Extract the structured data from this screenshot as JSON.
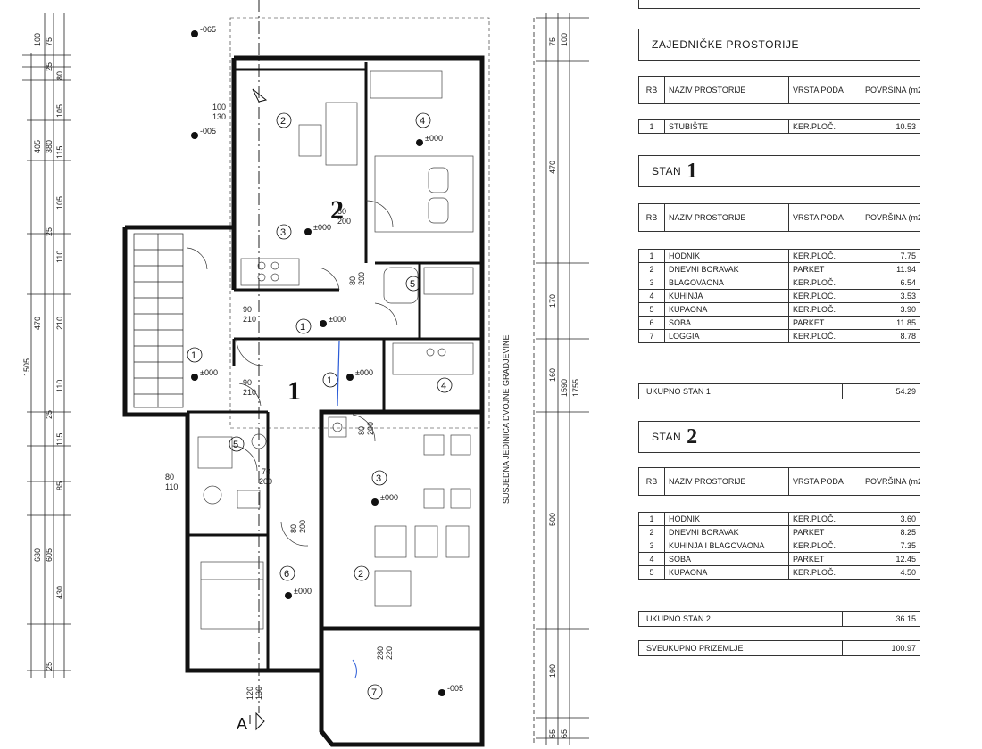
{
  "floor_plan": {
    "apartment_labels": [
      "1",
      "2"
    ],
    "section_mark": "A",
    "neighbour_text": "SUSJEDNA JEDINICA DVOJNE GRADJEVINE",
    "levels": [
      "-065",
      "-005",
      "±000",
      "±000",
      "±000",
      "±000",
      "±000",
      "±000",
      "±000",
      "-005"
    ],
    "room_numbers": [
      "1",
      "2",
      "3",
      "4",
      "5",
      "1",
      "2",
      "3",
      "4",
      "5",
      "6",
      "7"
    ],
    "left_dims": [
      "100",
      "75",
      "25",
      "80",
      "105",
      "380",
      "405",
      "115",
      "105",
      "25",
      "110",
      "210",
      "470",
      "1505",
      "110",
      "25",
      "115",
      "85",
      "605",
      "630",
      "430",
      "25"
    ],
    "right_dims": [
      "75",
      "100",
      "470",
      "170",
      "160",
      "1590",
      "1755",
      "500",
      "190",
      "65",
      "55"
    ],
    "door_labels": [
      "100",
      "130",
      "80",
      "200",
      "90",
      "210",
      "80",
      "200",
      "90",
      "210",
      "80",
      "200",
      "80",
      "110",
      "70",
      "200",
      "80",
      "200",
      "280",
      "220",
      "120",
      "130"
    ]
  },
  "schedule": {
    "top_box": "",
    "common": {
      "title": "ZAJEDNIČKE PROSTORIJE",
      "headers": [
        "RB",
        "NAZIV PROSTORIJE",
        "VRSTA PODA",
        "POVRŠINA (m2)"
      ],
      "rows": [
        [
          "1",
          "STUBIŠTE",
          "KER.PLOČ.",
          "10.53"
        ]
      ]
    },
    "stan1": {
      "title": "STAN",
      "number": "1",
      "headers": [
        "RB",
        "NAZIV PROSTORIJE",
        "VRSTA PODA",
        "POVRŠINA (m2)"
      ],
      "rows": [
        [
          "1",
          "HODNIK",
          "KER.PLOČ.",
          "7.75"
        ],
        [
          "2",
          "DNEVNI BORAVAK",
          "PARKET",
          "11.94"
        ],
        [
          "3",
          "BLAGOVAONA",
          "KER.PLOČ.",
          "6.54"
        ],
        [
          "4",
          "KUHINJA",
          "KER.PLOČ.",
          "3.53"
        ],
        [
          "5",
          "KUPAONA",
          "KER.PLOČ.",
          "3.90"
        ],
        [
          "6",
          "SOBA",
          "PARKET",
          "11.85"
        ],
        [
          "7",
          "LOGGIA",
          "KER.PLOČ.",
          "8.78"
        ]
      ],
      "total_label": "UKUPNO STAN 1",
      "total_value": "54.29"
    },
    "stan2": {
      "title": "STAN",
      "number": "2",
      "headers": [
        "RB",
        "NAZIV PROSTORIJE",
        "VRSTA PODA",
        "POVRŠINA (m2)"
      ],
      "rows": [
        [
          "1",
          "HODNIK",
          "KER.PLOČ.",
          "3.60"
        ],
        [
          "2",
          "DNEVNI BORAVAK",
          "PARKET",
          "8.25"
        ],
        [
          "3",
          "KUHINJA I BLAGOVAONA",
          "KER.PLOČ.",
          "7.35"
        ],
        [
          "4",
          "SOBA",
          "PARKET",
          "12.45"
        ],
        [
          "5",
          "KUPAONA",
          "KER.PLOČ.",
          "4.50"
        ]
      ],
      "total_label": "UKUPNO STAN 2",
      "total_value": "36.15"
    },
    "grand_total_label": "SVEUKUPNO PRIZEMLJE",
    "grand_total_value": "100.97"
  }
}
